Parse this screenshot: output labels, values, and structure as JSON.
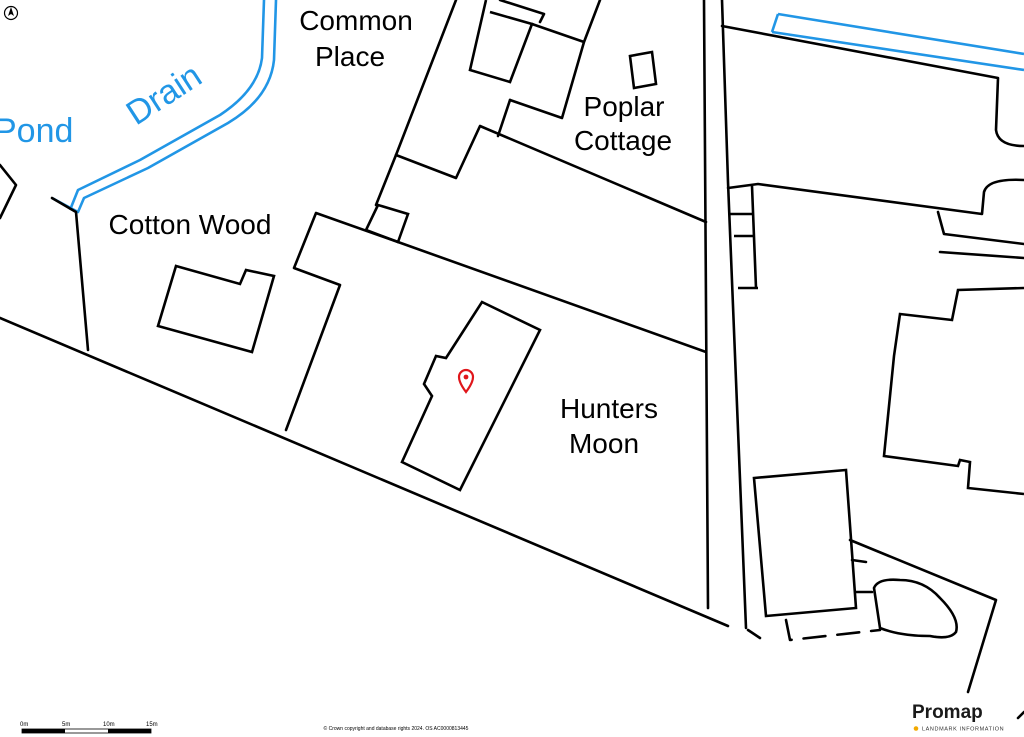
{
  "labels": {
    "common_place_1": "Common",
    "common_place_2": "Place",
    "poplar_1": "Poplar",
    "poplar_2": "Cottage",
    "cotton_wood": "Cotton Wood",
    "hunters_1": "Hunters",
    "hunters_2": "Moon",
    "pond": "Pond",
    "drain": "Drain"
  },
  "scale_bar": {
    "ticks": [
      "0m",
      "5m",
      "10m",
      "15m"
    ]
  },
  "copyright": "© Crown copyright and database rights 2024. OS AC0000813445",
  "brand": {
    "name": "Promap",
    "tagline": "LANDMARK INFORMATION"
  },
  "colors": {
    "water": "#2196e6",
    "marker": "#e0161b",
    "brand_dot": "#f2a900"
  },
  "icons": {
    "north": "north-arrow-icon",
    "location": "location-pin-icon"
  }
}
